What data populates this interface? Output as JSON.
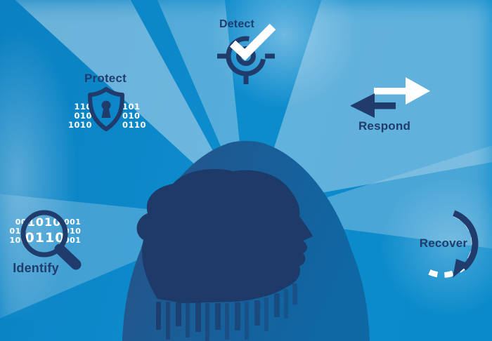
{
  "diagram": {
    "theme": "cybersecurity-framework-cycle",
    "center_icon": "human-head-profile-silhouette"
  },
  "stations": {
    "identify": {
      "label": "Identify",
      "icon": "magnifier-binary-icon",
      "lens_binary": [
        "1010",
        "0110"
      ],
      "binary_left": [
        "00",
        "010",
        "100"
      ],
      "binary_right": [
        "001",
        "010",
        "001"
      ]
    },
    "protect": {
      "label": "Protect",
      "icon": "shield-keyhole-icon",
      "binary_left": [
        "110",
        "010",
        "1010"
      ],
      "binary_right": [
        "101",
        "010",
        "0110"
      ]
    },
    "detect": {
      "label": "Detect",
      "icon": "target-checkmark-icon"
    },
    "respond": {
      "label": "Respond",
      "icon": "exchange-arrows-icon"
    },
    "recover": {
      "label": "Recover",
      "icon": "circular-refresh-arrow-icon"
    }
  },
  "colors": {
    "background_blue": "#0d8ccd",
    "light_ray": "#a8d0e9",
    "navy": "#1f3c6d",
    "white": "#ffffff",
    "bust_dark": "#2b5082",
    "bust_light": "#0f67a3",
    "profile_navy": "#1e3a69"
  }
}
